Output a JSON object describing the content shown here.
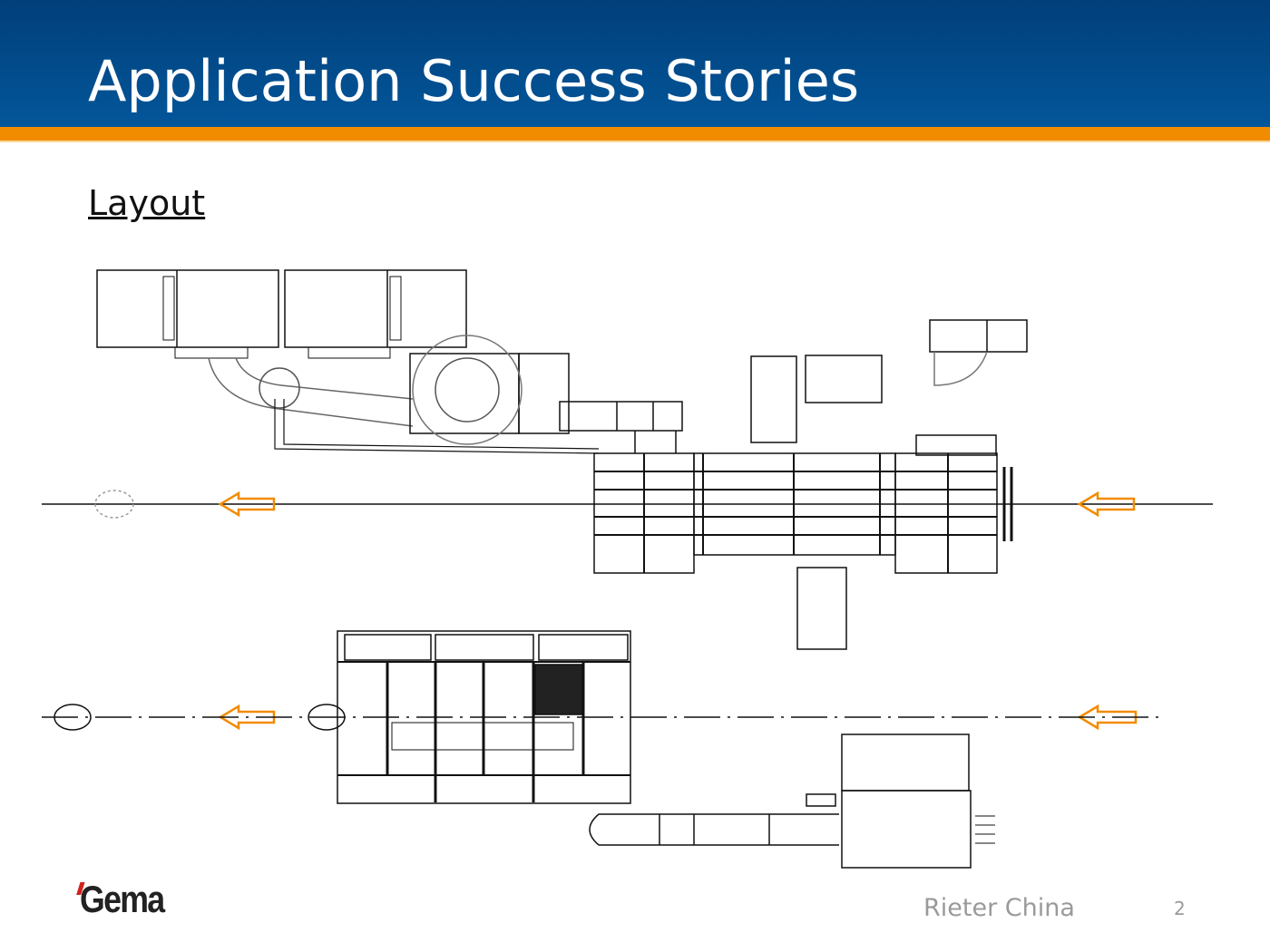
{
  "header": {
    "title": "Application Success Stories"
  },
  "content": {
    "subtitle": "Layout"
  },
  "footer": {
    "logo": "Gema",
    "company": "Rieter China",
    "page_number": "2"
  },
  "colors": {
    "header_blue": "#03569a",
    "accent_orange": "#f18c00"
  }
}
